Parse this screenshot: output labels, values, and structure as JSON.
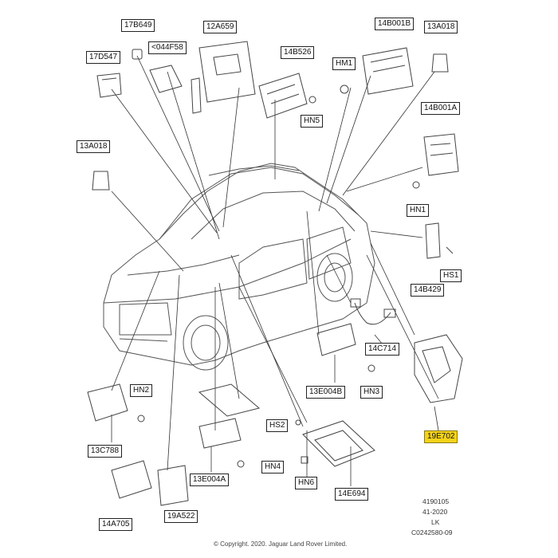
{
  "labels": {
    "c17B649": "17B649",
    "c12A659": "12A659",
    "c14B001B": "14B001B",
    "c13A018_top": "13A018",
    "c17D547": "17D547",
    "c044F58": "<044F58",
    "c14B526": "14B526",
    "cHM1": "HM1",
    "cHN5": "HN5",
    "c14B001A": "14B001A",
    "c13A018_left": "13A018",
    "cHN1": "HN1",
    "cHS1": "HS1",
    "c14B429": "14B429",
    "c14C714": "14C714",
    "c13E004B": "13E004B",
    "cHN3": "HN3",
    "cHN2": "HN2",
    "c13C788": "13C788",
    "cHS2": "HS2",
    "c19E702": "19E702",
    "c13E004A": "13E004A",
    "cHN4": "HN4",
    "cHN6": "HN6",
    "c14E694": "14E694",
    "c14A705": "14A705",
    "c19A522": "19A522"
  },
  "footer": {
    "ref1": "4190105",
    "ref2": "41-2020",
    "ref3": "LK",
    "ref4": "C0242580-09",
    "copyright": "© Copyright. 2020. Jaguar Land Rover Limited."
  },
  "colors": {
    "highlight": "#f5d31a",
    "line": "#333333",
    "part": "#444444",
    "vehicle": "#555555"
  }
}
